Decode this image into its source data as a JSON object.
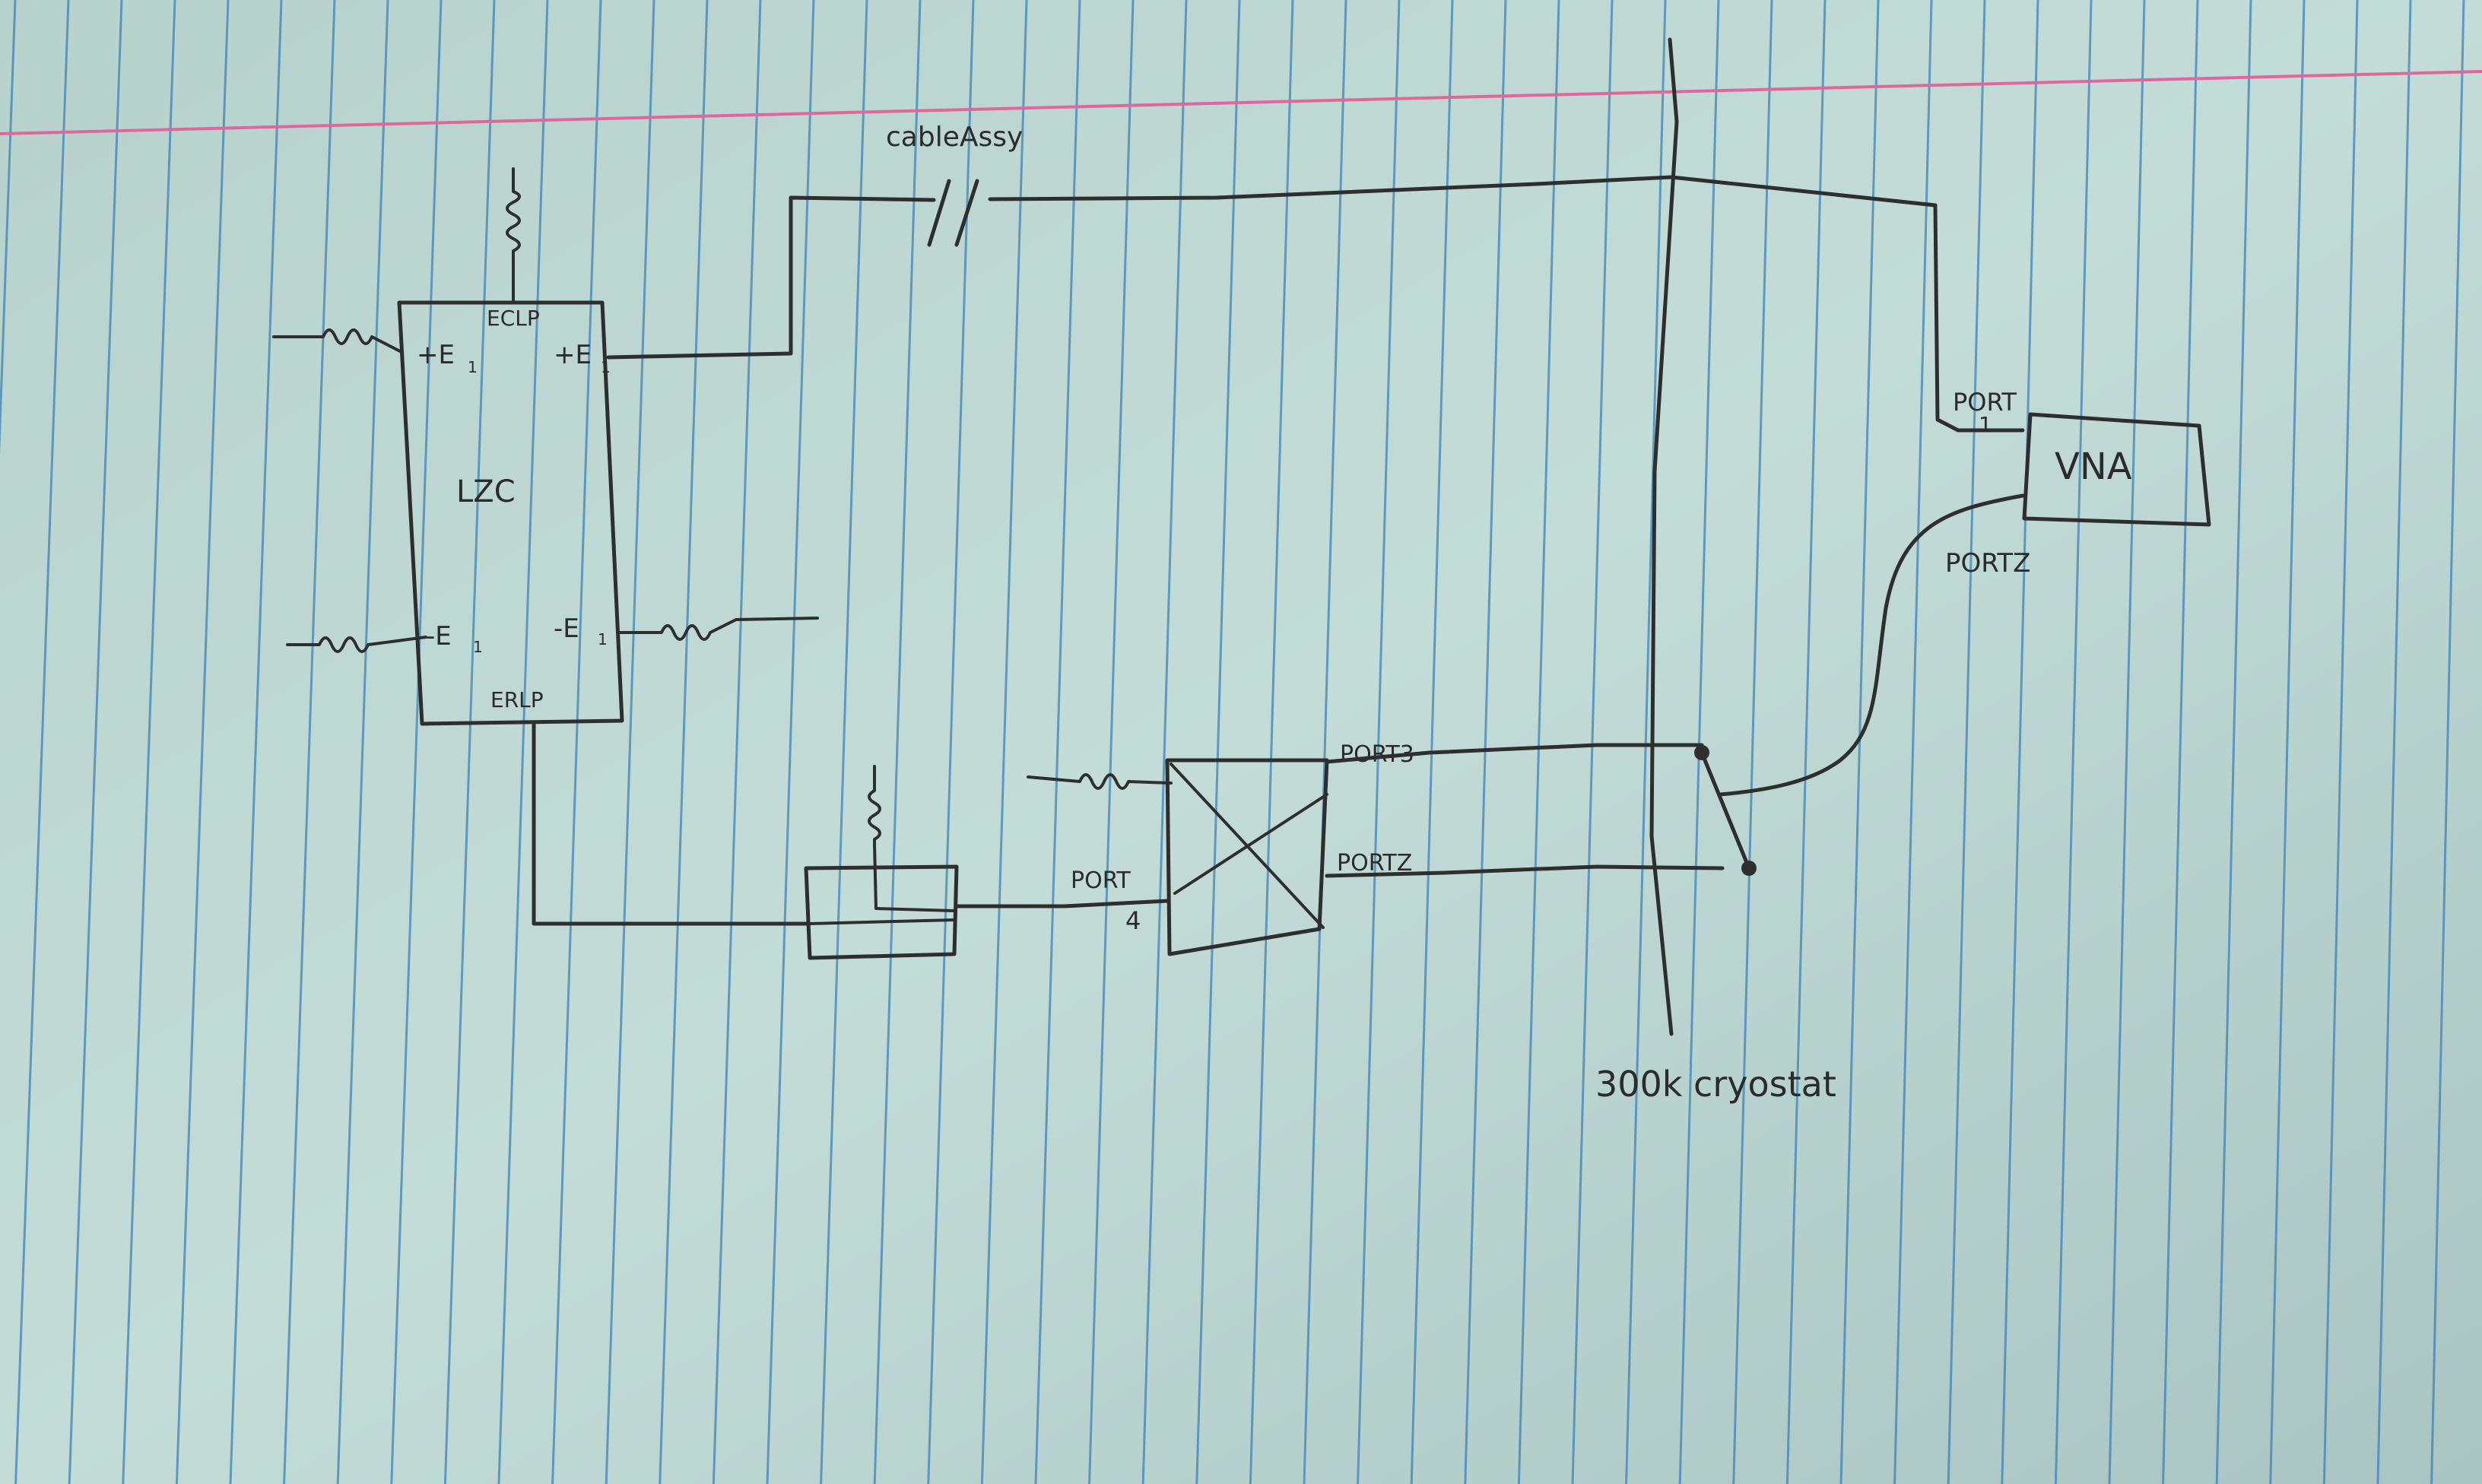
{
  "paper": {
    "background": "#b9d3cf",
    "rule_color": "#3d84b8",
    "margin_color": "#e0679a"
  },
  "labels": {
    "cable_assy": "cableAssy",
    "ecl_top": "ECLP",
    "chip": "LZC",
    "ecl_bottom": "ERLP",
    "pin_pos_e1_left": "+E",
    "pin_pos_e1_right": "+E",
    "pin_neg_e1_left": "-E",
    "pin_neg_e1_right": "-E",
    "pin_sub": "1",
    "vna": "VNA",
    "vna_port1": "PORT",
    "vna_port1_num": "1",
    "vna_port2": "PORTZ",
    "coupler_port3": "PORT3",
    "coupler_port2": "PORTZ",
    "coupler_port4": "PORT",
    "coupler_port4_num": "4",
    "cryostat": "300k cryostat"
  }
}
